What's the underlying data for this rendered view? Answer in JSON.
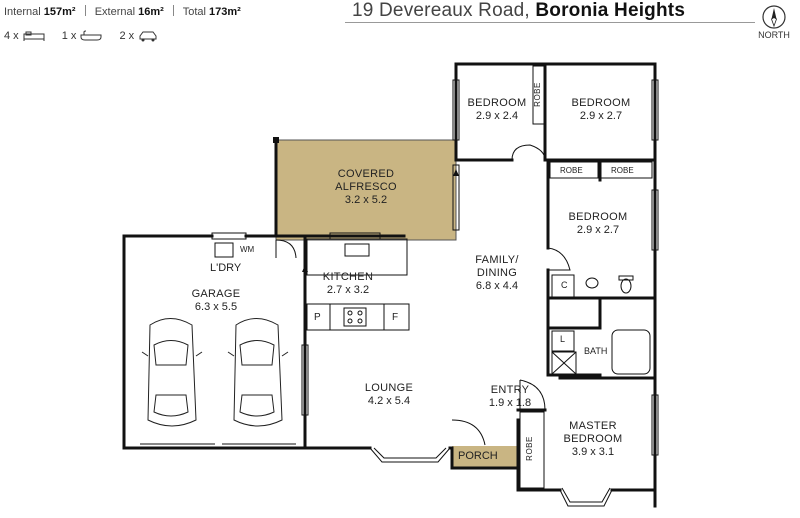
{
  "header": {
    "internal_label": "Internal",
    "internal_value": "157m²",
    "external_label": "External",
    "external_value": "16m²",
    "total_label": "Total",
    "total_value": "173m²",
    "address_street": "19 Devereaux Road,",
    "address_suburb": "Boronia Heights",
    "north_label": "NORTH",
    "bed_count": "4 x",
    "bath_count": "1 x",
    "car_count": "2 x"
  },
  "rooms": {
    "bedroom_top_left": {
      "name": "BEDROOM",
      "dims": "2.9 x 2.4"
    },
    "bedroom_top_right": {
      "name": "BEDROOM",
      "dims": "2.9 x 2.7"
    },
    "bedroom_mid": {
      "name": "BEDROOM",
      "dims": "2.9 x 2.7"
    },
    "alfresco": {
      "name": "COVERED",
      "name2": "ALFRESCO",
      "dims": "3.2 x 5.2"
    },
    "family": {
      "name": "FAMILY/",
      "name2": "DINING",
      "dims": "6.8 x 4.4"
    },
    "kitchen": {
      "name": "KITCHEN",
      "dims": "2.7 x 3.2"
    },
    "garage": {
      "name": "GARAGE",
      "dims": "6.3 x 5.5"
    },
    "lounge": {
      "name": "LOUNGE",
      "dims": "4.2 x 5.4"
    },
    "entry": {
      "name": "ENTRY",
      "dims": "1.9 x 1.8"
    },
    "master": {
      "name": "MASTER",
      "name2": "BEDROOM",
      "dims": "3.9 x 3.1"
    },
    "ldry": {
      "name": "L'DRY"
    },
    "wm": "WM",
    "porch": "PORCH",
    "bath": "BATH",
    "robe": "ROBE",
    "c": "C",
    "l": "L",
    "p": "P",
    "f": "F"
  },
  "colors": {
    "alfresco_fill": "#c9b583",
    "porch_fill": "#c9b583",
    "wall": "#111111"
  }
}
